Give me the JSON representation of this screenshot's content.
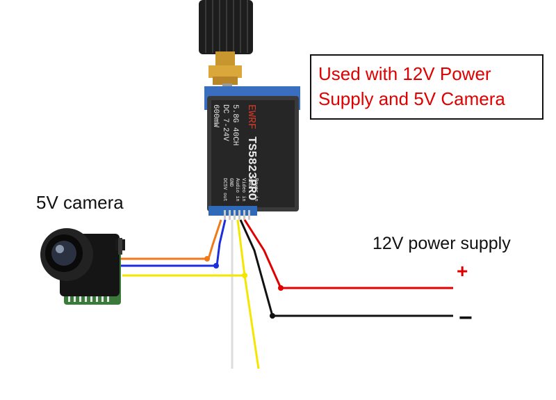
{
  "callout": {
    "line1": "Used with 12V Power",
    "line2": "Supply and 5V Camera"
  },
  "labels": {
    "camera": "5V camera",
    "power_supply": "12V power supply",
    "plus": "+",
    "minus": "−"
  },
  "transmitter": {
    "brand": "EWRF",
    "model": "TS5823PRO",
    "spec_lines": [
      "5.8G 40CH",
      "DC 7-24V",
      "600mW"
    ],
    "pin_labels": [
      "Power in",
      "GND",
      "Video in",
      "Audio in",
      "GND",
      "DC5V out"
    ]
  },
  "colors": {
    "orange_wire": "#f07a1a",
    "blue_wire": "#1a2ee0",
    "yellow_wire": "#f5e600",
    "red_wire": "#e00000",
    "black_wire": "#111111",
    "white_wire": "#dcdcdc",
    "callout_text": "#e00000"
  }
}
